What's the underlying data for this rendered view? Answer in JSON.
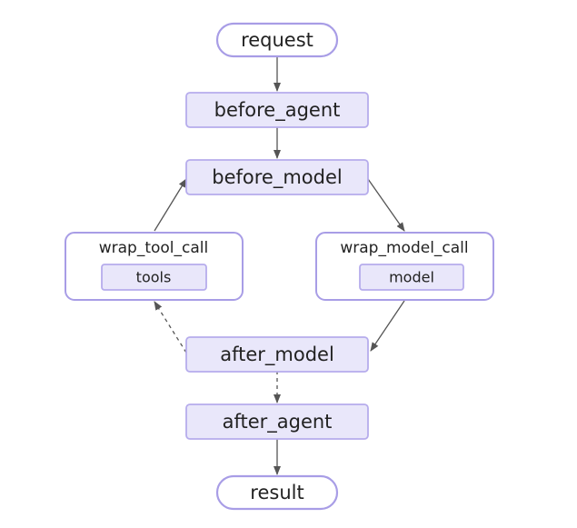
{
  "nodes": {
    "request": "request",
    "before_agent": "before_agent",
    "before_model": "before_model",
    "wrap_tool_call": "wrap_tool_call",
    "tools": "tools",
    "wrap_model_call": "wrap_model_call",
    "model": "model",
    "after_model": "after_model",
    "after_agent": "after_agent",
    "result": "result"
  },
  "edges": [
    {
      "from": "request",
      "to": "before_agent",
      "style": "solid"
    },
    {
      "from": "before_agent",
      "to": "before_model",
      "style": "solid"
    },
    {
      "from": "before_model",
      "to": "wrap_model_call",
      "style": "solid"
    },
    {
      "from": "wrap_model_call",
      "to": "after_model",
      "style": "solid"
    },
    {
      "from": "after_model",
      "to": "wrap_tool_call",
      "style": "dashed"
    },
    {
      "from": "wrap_tool_call",
      "to": "before_model",
      "style": "solid"
    },
    {
      "from": "after_model",
      "to": "after_agent",
      "style": "dashed"
    },
    {
      "from": "after_agent",
      "to": "result",
      "style": "solid"
    }
  ],
  "colors": {
    "node_fill": "#e9e7fa",
    "node_stroke": "#b6acec",
    "outline": "#a89de6",
    "edge": "#555555"
  }
}
